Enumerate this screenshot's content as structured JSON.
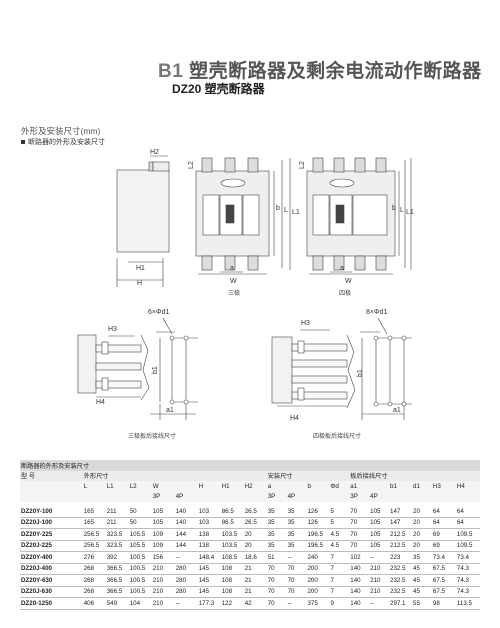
{
  "header": {
    "code": "B1",
    "title": "塑壳断路器及剩余电流动作断路器",
    "subtitle": "DZ20 塑壳断路器"
  },
  "section": {
    "heading": "外形及安装尺寸(mm)",
    "bullet": "断路器的外形及安装尺寸"
  },
  "drawings": {
    "side": {
      "H2": "H2",
      "H1": "H1",
      "H": "H"
    },
    "three_pole": {
      "L2": "L2",
      "b": "b",
      "L": "L",
      "L1": "L1",
      "a": "a",
      "W": "W",
      "caption": "三极"
    },
    "four_pole": {
      "L2": "L2",
      "b": "b",
      "L": "L",
      "L1": "L1",
      "a": "a",
      "W": "W",
      "caption": "四极"
    },
    "rear_three": {
      "holes": "6×Φd1",
      "H3": "H3",
      "H4": "H4",
      "b1": "b1",
      "a1": "a1",
      "caption": "三极板后接线尺寸"
    },
    "rear_four": {
      "holes": "8×Φd1",
      "H3": "H3",
      "H4": "H4",
      "b1": "b1",
      "a1": "a1",
      "caption": "四极板后接线尺寸"
    }
  },
  "table": {
    "title": "断路器的外形及安装尺寸",
    "group_model": "型 号",
    "group_outline": "外形尺寸",
    "group_mount": "安装尺寸",
    "group_rear": "板后接线尺寸",
    "cols": [
      "L",
      "L1",
      "L2",
      "W",
      "",
      "H",
      "H1",
      "H2",
      "a",
      "",
      "b",
      "Φd",
      "a1",
      "",
      "b1",
      "d1",
      "H3",
      "H4"
    ],
    "subcols": {
      "w3": "3P",
      "w4": "4P",
      "a3": "3P",
      "a4": "4P",
      "a13": "3P",
      "a14": "4P"
    },
    "rows": [
      [
        "DZ20Y-100",
        "165",
        "211",
        "50",
        "105",
        "140",
        "103",
        "86.5",
        "26.5",
        "35",
        "35",
        "126",
        "5",
        "70",
        "105",
        "147",
        "20",
        "64",
        "64"
      ],
      [
        "DZ20J-100",
        "165",
        "211",
        "50",
        "105",
        "140",
        "103",
        "86.5",
        "26.5",
        "35",
        "35",
        "126",
        "5",
        "70",
        "105",
        "147",
        "20",
        "64",
        "64"
      ],
      [
        "DZ20Y-225",
        "256.5",
        "323.5",
        "105.5",
        "109",
        "144",
        "138",
        "103.5",
        "20",
        "35",
        "35",
        "196.5",
        "4.5",
        "70",
        "105",
        "212.5",
        "20",
        "69",
        "109.5"
      ],
      [
        "DZ20J-225",
        "256.5",
        "323.5",
        "105.5",
        "109",
        "144",
        "138",
        "103.5",
        "20",
        "35",
        "35",
        "196.5",
        "4.5",
        "70",
        "105",
        "212.5",
        "20",
        "69",
        "109.5"
      ],
      [
        "DZ20Y-400",
        "276",
        "392",
        "100.5",
        "156",
        "--",
        "148.4",
        "108.5",
        "18.6",
        "51",
        "--",
        "240",
        "7",
        "102",
        "--",
        "223",
        "35",
        "73.4",
        "73.4"
      ],
      [
        "DZ20J-400",
        "268",
        "366.5",
        "100.5",
        "210",
        "280",
        "145",
        "108",
        "21",
        "70",
        "70",
        "200",
        "7",
        "140",
        "210",
        "232.5",
        "45",
        "67.5",
        "74.3"
      ],
      [
        "DZ20Y-630",
        "268",
        "366.5",
        "100.5",
        "210",
        "280",
        "145",
        "108",
        "21",
        "70",
        "70",
        "200",
        "7",
        "140",
        "210",
        "232.5",
        "45",
        "67.5",
        "74.3"
      ],
      [
        "DZ20J-630",
        "268",
        "366.5",
        "100.5",
        "210",
        "280",
        "145",
        "108",
        "21",
        "70",
        "70",
        "200",
        "7",
        "140",
        "210",
        "232.5",
        "45",
        "67.5",
        "74.3"
      ],
      [
        "DZ20-1250",
        "406",
        "549",
        "104",
        "210",
        "--",
        "177.3",
        "122",
        "42",
        "70",
        "--",
        "375",
        "9",
        "140",
        "--",
        "297.1",
        "55",
        "98",
        "113.5"
      ]
    ]
  }
}
